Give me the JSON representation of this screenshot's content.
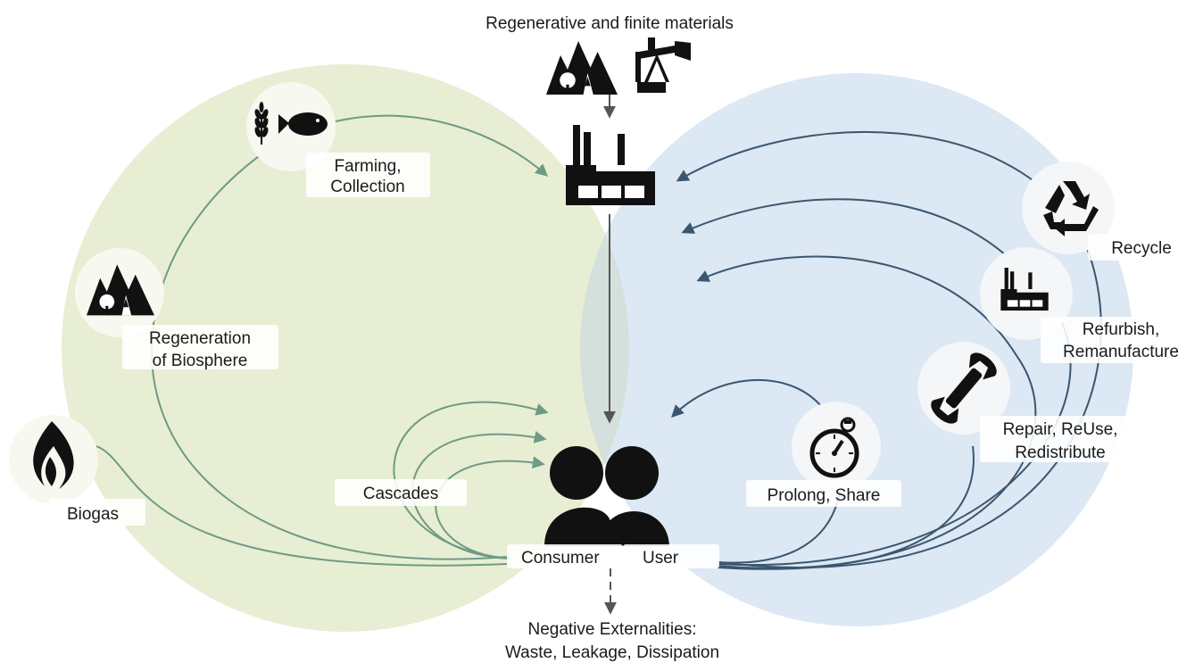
{
  "colors": {
    "biological_circle": "#e8eed3",
    "technical_circle": "#dce8f3",
    "overlap": "#d4e0dc",
    "biological_arrow": "#6f9a86",
    "technical_arrow": "#3b5670",
    "center_arrow": "#555555",
    "icon": "#111111"
  },
  "top": {
    "label": "Regenerative and finite materials",
    "icons": [
      "forest-icon",
      "oil-pump-icon"
    ]
  },
  "center": {
    "factory_icon": "factory-icon",
    "people_icon": "people-icon",
    "consumer_label": "Consumer",
    "user_label": "User"
  },
  "bottom": {
    "line1": "Negative Externalities:",
    "line2": "Waste, Leakage, Dissipation"
  },
  "biological": {
    "farming": {
      "line1": "Farming,",
      "line2": "Collection",
      "icons": [
        "wheat-icon",
        "fish-icon"
      ]
    },
    "regeneration": {
      "line1": "Regeneration",
      "line2": "of Biosphere",
      "icon": "forest-icon"
    },
    "biogas": {
      "label": "Biogas",
      "icon": "flame-icon"
    },
    "cascades": {
      "label": "Cascades"
    }
  },
  "technical": {
    "recycle": {
      "label": "Recycle",
      "icon": "recycle-icon"
    },
    "refurbish": {
      "line1": "Refurbish,",
      "line2": "Remanufacture",
      "icon": "factory-icon"
    },
    "repair": {
      "line1": "Repair, ReUse,",
      "line2": "Redistribute",
      "icon": "wrench-icon"
    },
    "prolong": {
      "label": "Prolong, Share",
      "icon": "stopwatch-icon"
    }
  }
}
